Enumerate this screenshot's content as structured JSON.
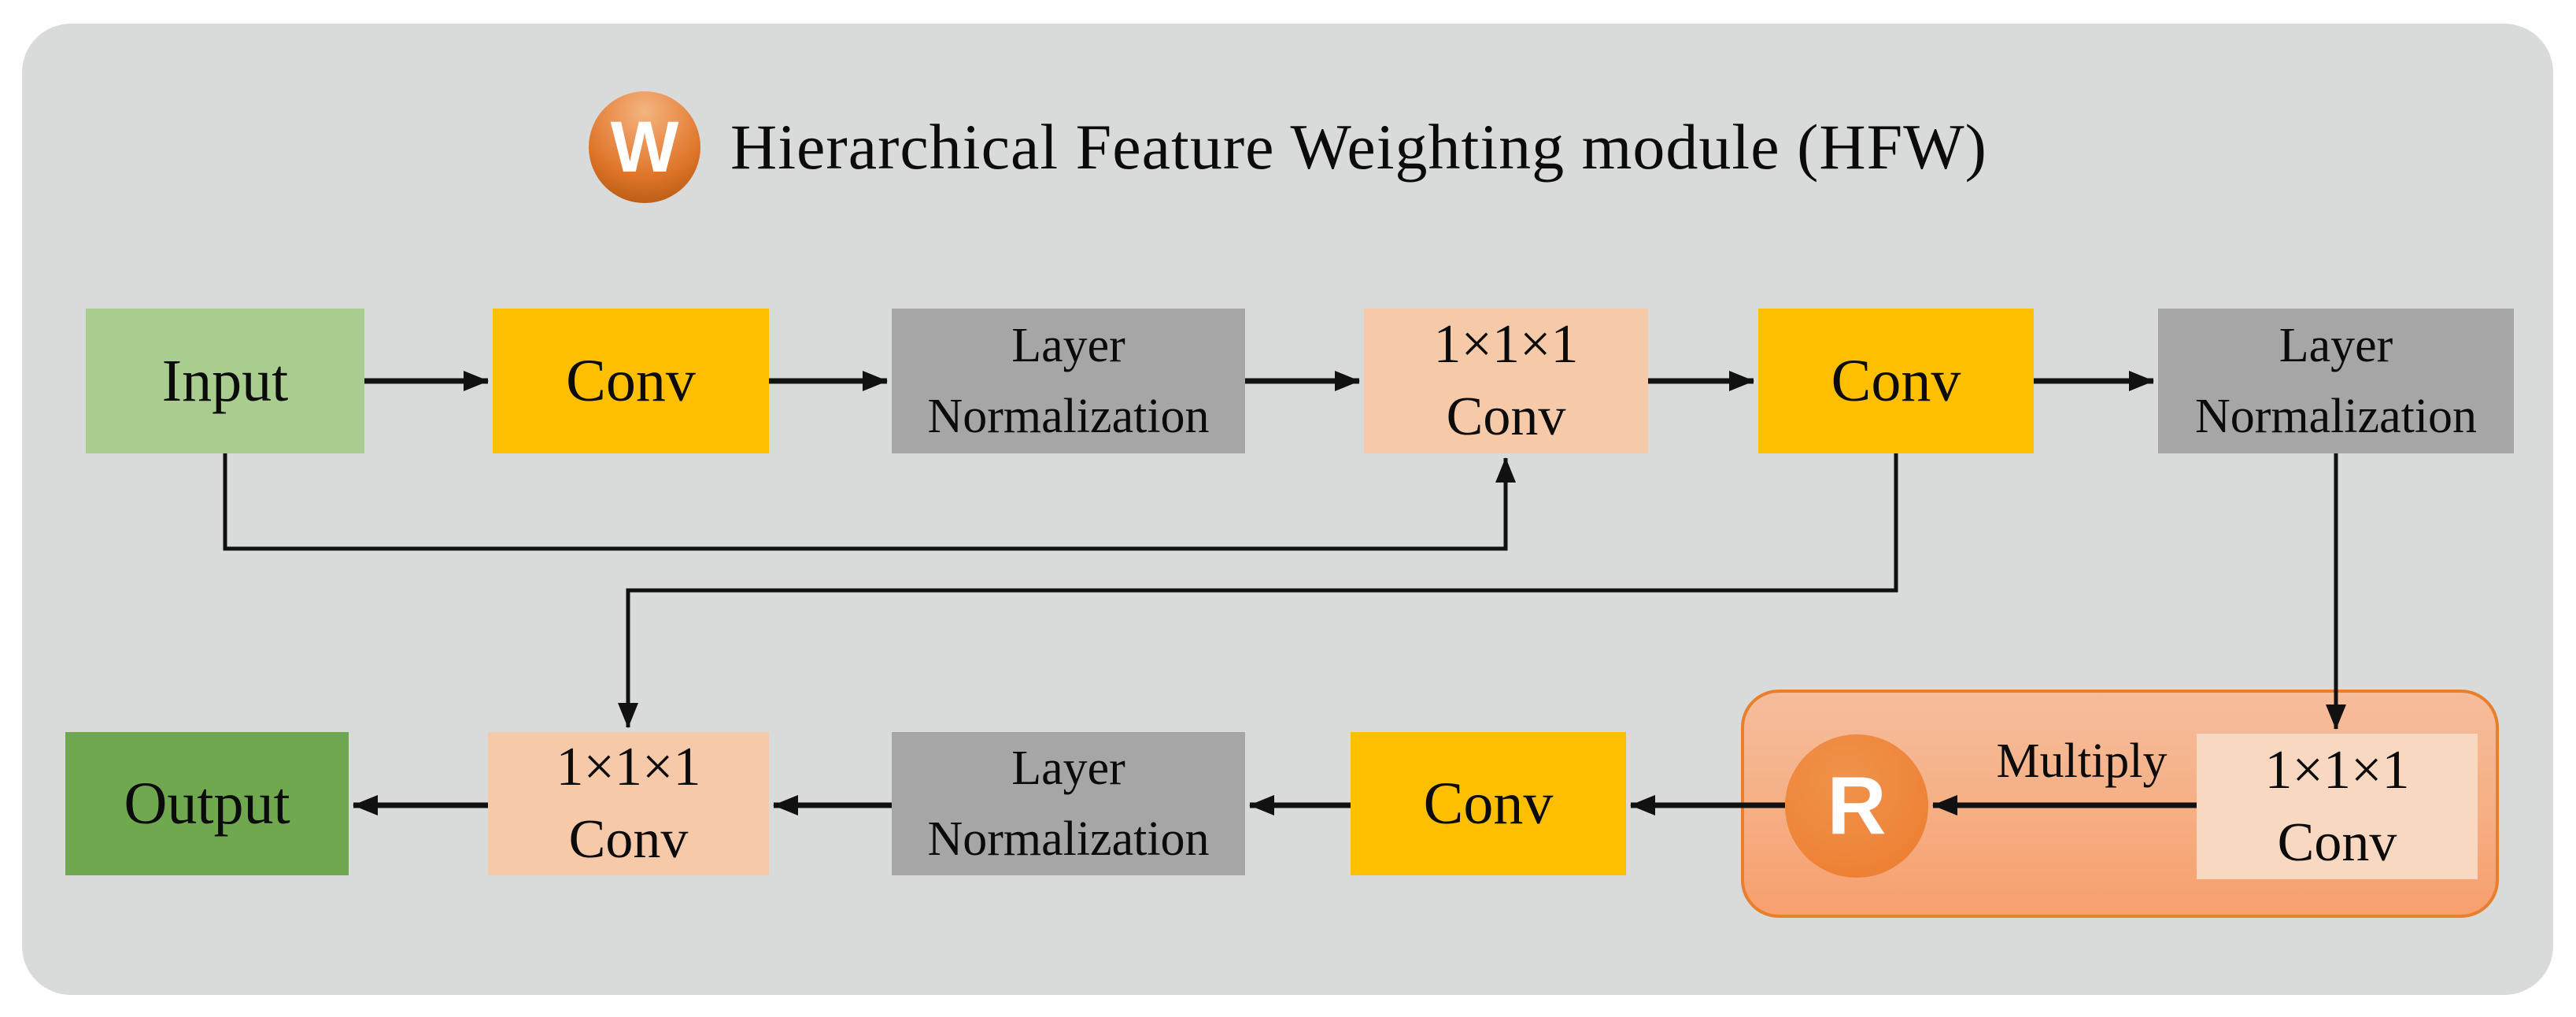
{
  "title": {
    "badge_letter": "W",
    "text": "Hierarchical Feature Weighting module (HFW)"
  },
  "nodes": {
    "input": {
      "label": "Input"
    },
    "conv1": {
      "label": "Conv"
    },
    "layer_norm_1": {
      "line1": "Layer",
      "line2": "Normalization"
    },
    "conv111_top": {
      "line1": "1×1×1",
      "line2": "Conv"
    },
    "conv2": {
      "label": "Conv"
    },
    "layer_norm_2": {
      "line1": "Layer",
      "line2": "Normalization"
    },
    "output": {
      "label": "Output"
    },
    "conv111_bottom": {
      "line1": "1×1×1",
      "line2": "Conv"
    },
    "layer_norm_3": {
      "line1": "Layer",
      "line2": "Normalization"
    },
    "conv3": {
      "label": "Conv"
    },
    "reshape_badge": {
      "letter": "R"
    },
    "conv111_inner": {
      "line1": "1×1×1",
      "line2": "Conv"
    }
  },
  "labels": {
    "multiply": "Multiply"
  },
  "edges": [
    {
      "from": "input",
      "to": "conv1"
    },
    {
      "from": "conv1",
      "to": "layer_norm_1"
    },
    {
      "from": "layer_norm_1",
      "to": "conv111_top"
    },
    {
      "from": "conv111_top",
      "to": "conv2"
    },
    {
      "from": "conv2",
      "to": "layer_norm_2"
    },
    {
      "from": "input",
      "to": "conv111_top",
      "type": "skip"
    },
    {
      "from": "conv2",
      "to": "conv111_bottom",
      "type": "skip"
    },
    {
      "from": "layer_norm_2",
      "to": "conv111_inner"
    },
    {
      "from": "conv111_inner",
      "to": "reshape_badge",
      "label": "Multiply"
    },
    {
      "from": "reshape_badge",
      "to": "conv3"
    },
    {
      "from": "conv3",
      "to": "layer_norm_3"
    },
    {
      "from": "layer_norm_3",
      "to": "conv111_bottom"
    },
    {
      "from": "conv111_bottom",
      "to": "output"
    }
  ],
  "colors": {
    "panel_background": "#d9dada",
    "input_green": "#a9cd8e",
    "output_green": "#6fa84e",
    "conv_yellow": "#fdbf00",
    "layer_norm_gray": "#a6a6a6",
    "conv111_peach": "#f6caa8",
    "conv111_inner_peach": "#f8d8c0",
    "container_border_orange": "#e87f2c",
    "container_gradient_top": "#f6bd9b",
    "container_gradient_bottom": "#f89f6e",
    "badge_orange": "#ee8438",
    "arrow_black": "#111111"
  }
}
